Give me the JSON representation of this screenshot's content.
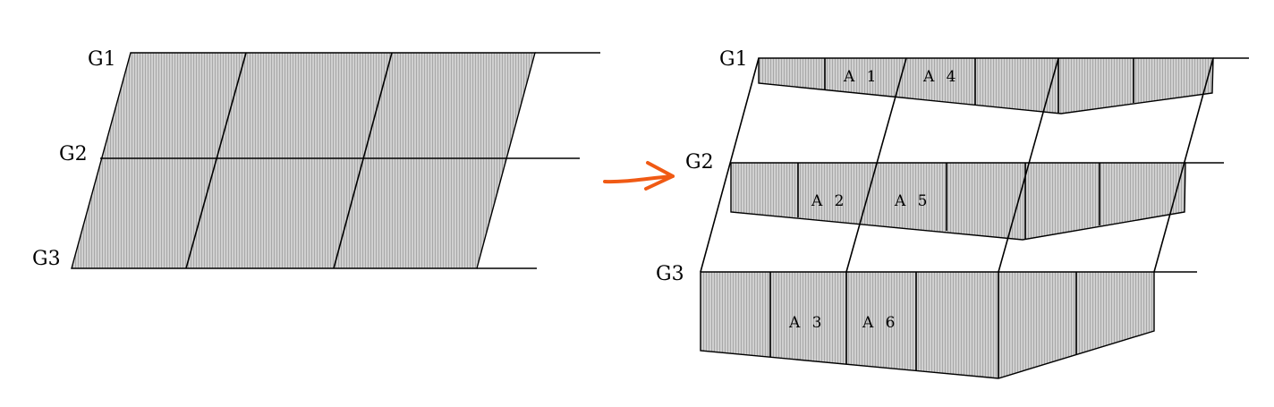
{
  "diagram": {
    "left_labels": {
      "g1": "G1",
      "g2": "G2",
      "g3": "G3"
    },
    "right_labels": {
      "g1": "G1",
      "g2": "G2",
      "g3": "G3"
    },
    "cells": {
      "a1": "A 1",
      "a2": "A 2",
      "a3": "A 3",
      "a4": "A 4",
      "a5": "A 5",
      "a6": "A 6"
    },
    "arrow_color": "#f05a14",
    "fill_color": "#c8c8c8"
  }
}
